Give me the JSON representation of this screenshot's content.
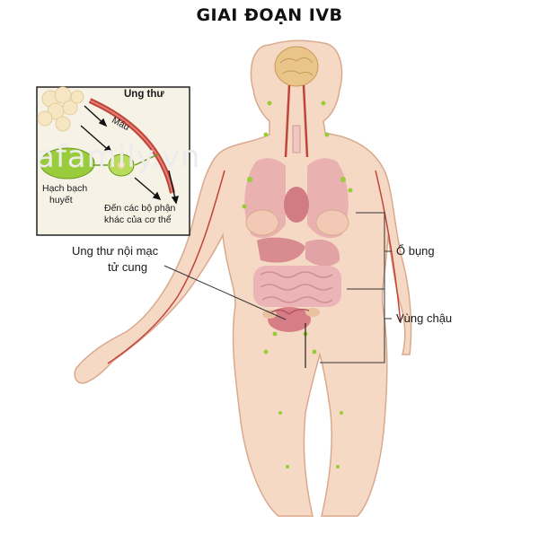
{
  "title": "GIAI ĐOẠN IVB",
  "watermark": "afamily.vn",
  "inset": {
    "title": "Ung thư",
    "blood_label": "Máu",
    "lymph_label_line1": "Hạch bạch",
    "lymph_label_line2": "huyết",
    "other_organs_line1": "Đến các bộ phận",
    "other_organs_line2": "khác của cơ thể"
  },
  "labels": {
    "endometrial_line1": "Ung thư nội mạc",
    "endometrial_line2": "tử cung",
    "abdomen": "Ổ bụng",
    "pelvis": "Vùng chậu"
  },
  "colors": {
    "skin": "#f6d9c4",
    "skin_edge": "#d9a98d",
    "organ_pink": "#e8a9ae",
    "lymph_green": "#9acb3a",
    "vessel_red": "#c0443a",
    "inset_bg": "#f6f2e6"
  }
}
